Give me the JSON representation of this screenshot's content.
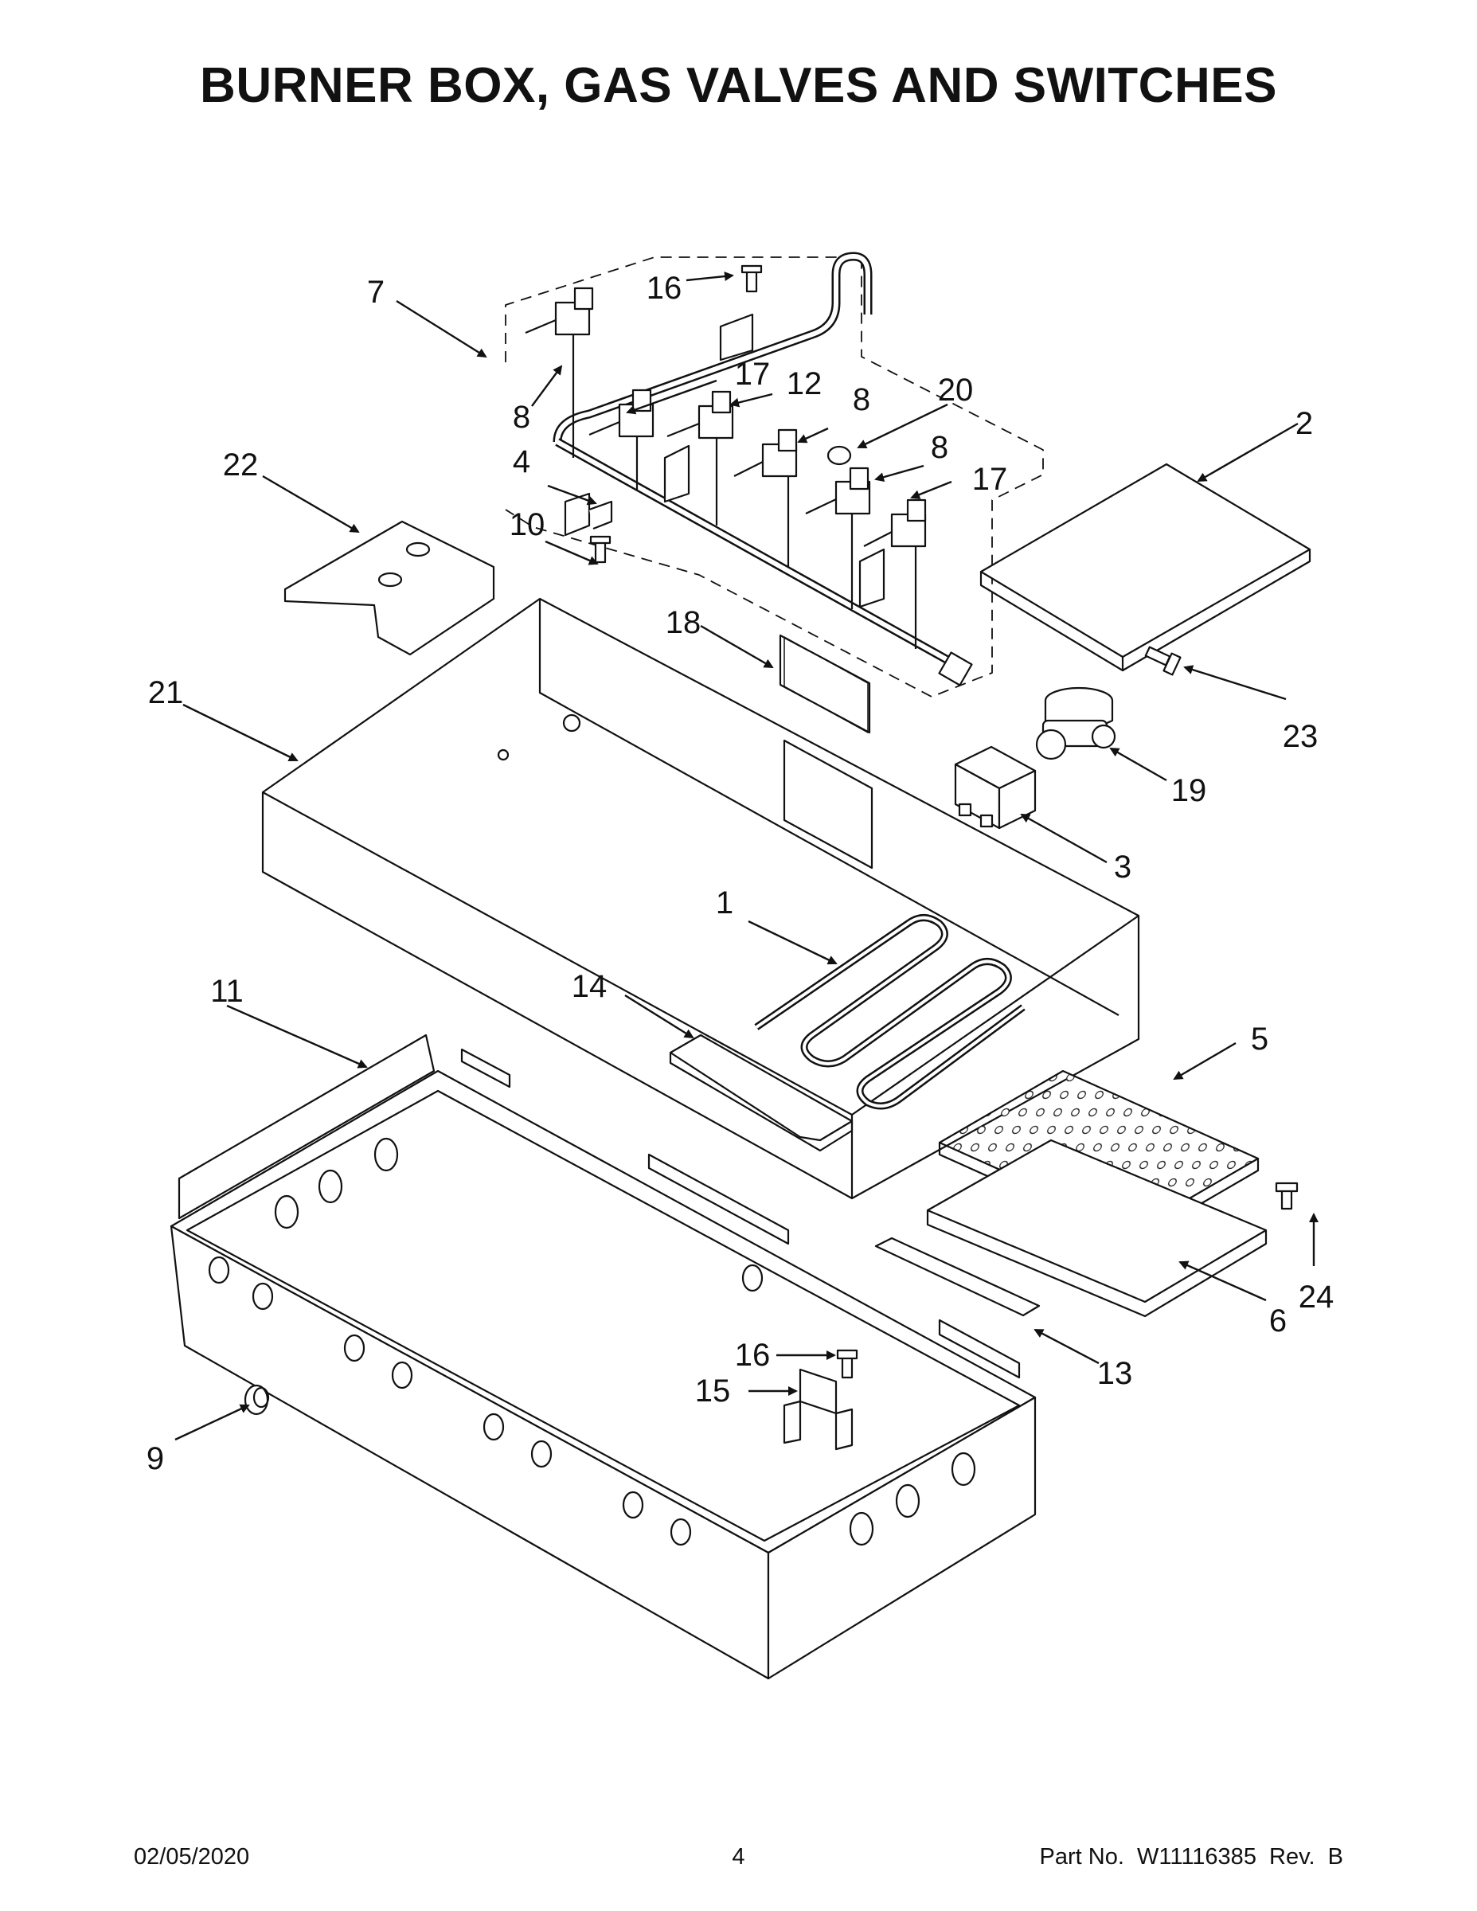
{
  "title": "BURNER BOX, GAS VALVES AND SWITCHES",
  "callouts": [
    "1",
    "2",
    "3",
    "4",
    "5",
    "6",
    "7",
    "8",
    "9",
    "10",
    "11",
    "12",
    "13",
    "14",
    "15",
    "16",
    "17",
    "18",
    "19",
    "20",
    "21",
    "22",
    "23",
    "24"
  ],
  "footer": {
    "date": "02/05/2020",
    "page": "4",
    "part": "Part No.  W11116385  Rev.  B"
  }
}
